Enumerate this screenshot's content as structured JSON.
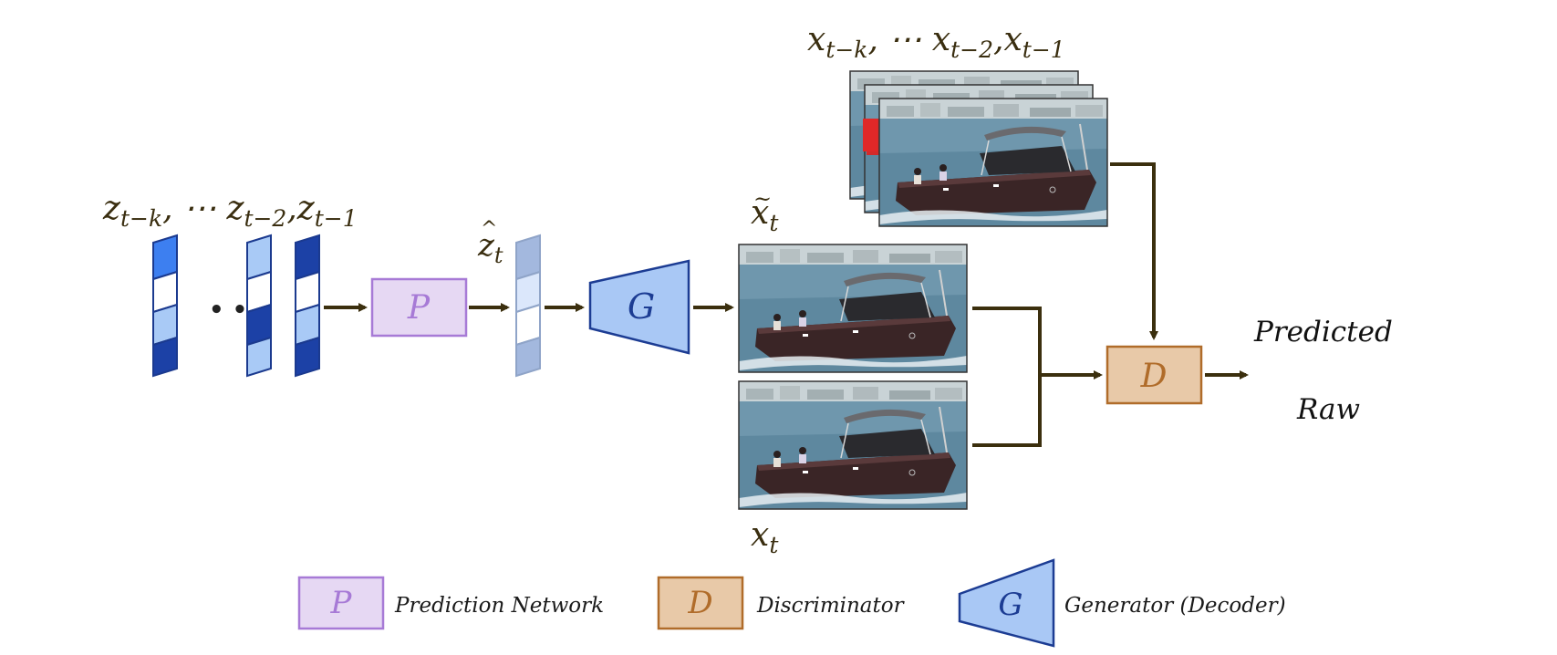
{
  "labels": {
    "z_seq": {
      "z1": "z",
      "s1": "t−k",
      "mid": ", ⋯ ",
      "z2": "z",
      "s2": "t−2",
      "sep": ",",
      "z3": "z",
      "s3": "t−1"
    },
    "dots": "• • •",
    "zhat": {
      "base": "z",
      "sub": "t"
    },
    "xtilde": {
      "base": "x",
      "sub": "t"
    },
    "xt": {
      "base": "x",
      "sub": "t"
    },
    "x_seq": {
      "x1": "x",
      "s1": "t−k",
      "mid": ", ⋯ ",
      "x2": "x",
      "s2": "t−2",
      "sep": ",",
      "x3": "x",
      "s3": "t−1"
    }
  },
  "blocks": {
    "prediction": "P",
    "generator": "G",
    "discriminator": "D"
  },
  "outputs": {
    "predicted": "Predicted",
    "raw": "Raw"
  },
  "legend": {
    "prediction": "Prediction Network",
    "discriminator": "Discriminator",
    "generator": "Generator (Decoder)"
  },
  "colors": {
    "prediction_fill": "#e6d8f3",
    "prediction_stroke": "#a77ad6",
    "generator_fill": "#a9c8f5",
    "generator_stroke": "#1c3c93",
    "discriminator_fill": "#e8c9a8",
    "discriminator_stroke": "#b06c2a",
    "arrow": "#3b2f0e"
  }
}
